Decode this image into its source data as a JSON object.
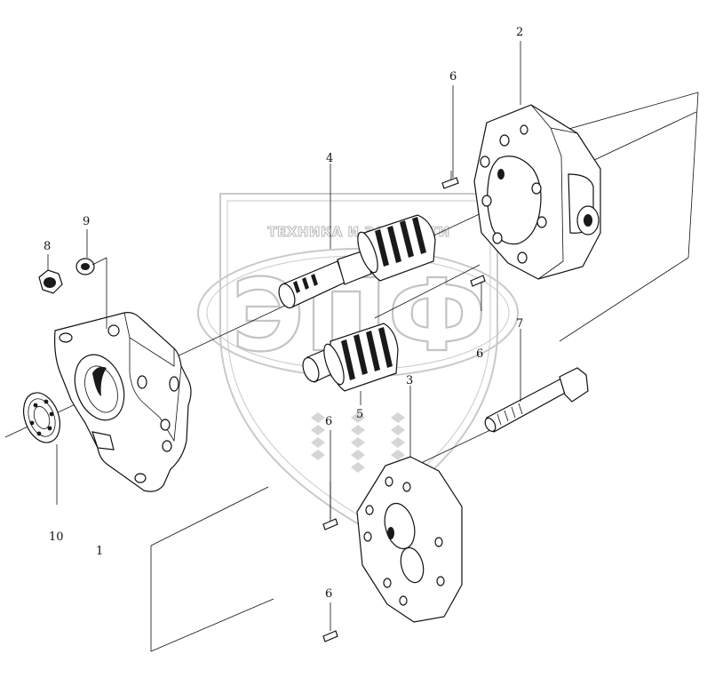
{
  "watermark": {
    "top_text": "ТЕХНИКА И ЗАПЧАСТИ",
    "logo_text": "ЭПФ"
  },
  "callouts": {
    "c1": "1",
    "c2": "2",
    "c3": "3",
    "c4": "4",
    "c5": "5",
    "c6_top": "6",
    "c6_right": "6",
    "c6_mid": "6",
    "c6_bottom": "6",
    "c7": "7",
    "c8": "8",
    "c9": "9",
    "c10": "10"
  },
  "parts": [
    {
      "number": "1",
      "icon": "pump-body-icon"
    },
    {
      "number": "2",
      "icon": "pump-cover-icon"
    },
    {
      "number": "3",
      "icon": "gear-plate-icon"
    },
    {
      "number": "4",
      "icon": "drive-gear-shaft-icon"
    },
    {
      "number": "5",
      "icon": "driven-gear-icon"
    },
    {
      "number": "6",
      "icon": "dowel-pin-icon"
    },
    {
      "number": "7",
      "icon": "bolt-icon"
    },
    {
      "number": "8",
      "icon": "nut-icon"
    },
    {
      "number": "9",
      "icon": "washer-icon"
    },
    {
      "number": "10",
      "icon": "ball-bearing-icon"
    }
  ]
}
